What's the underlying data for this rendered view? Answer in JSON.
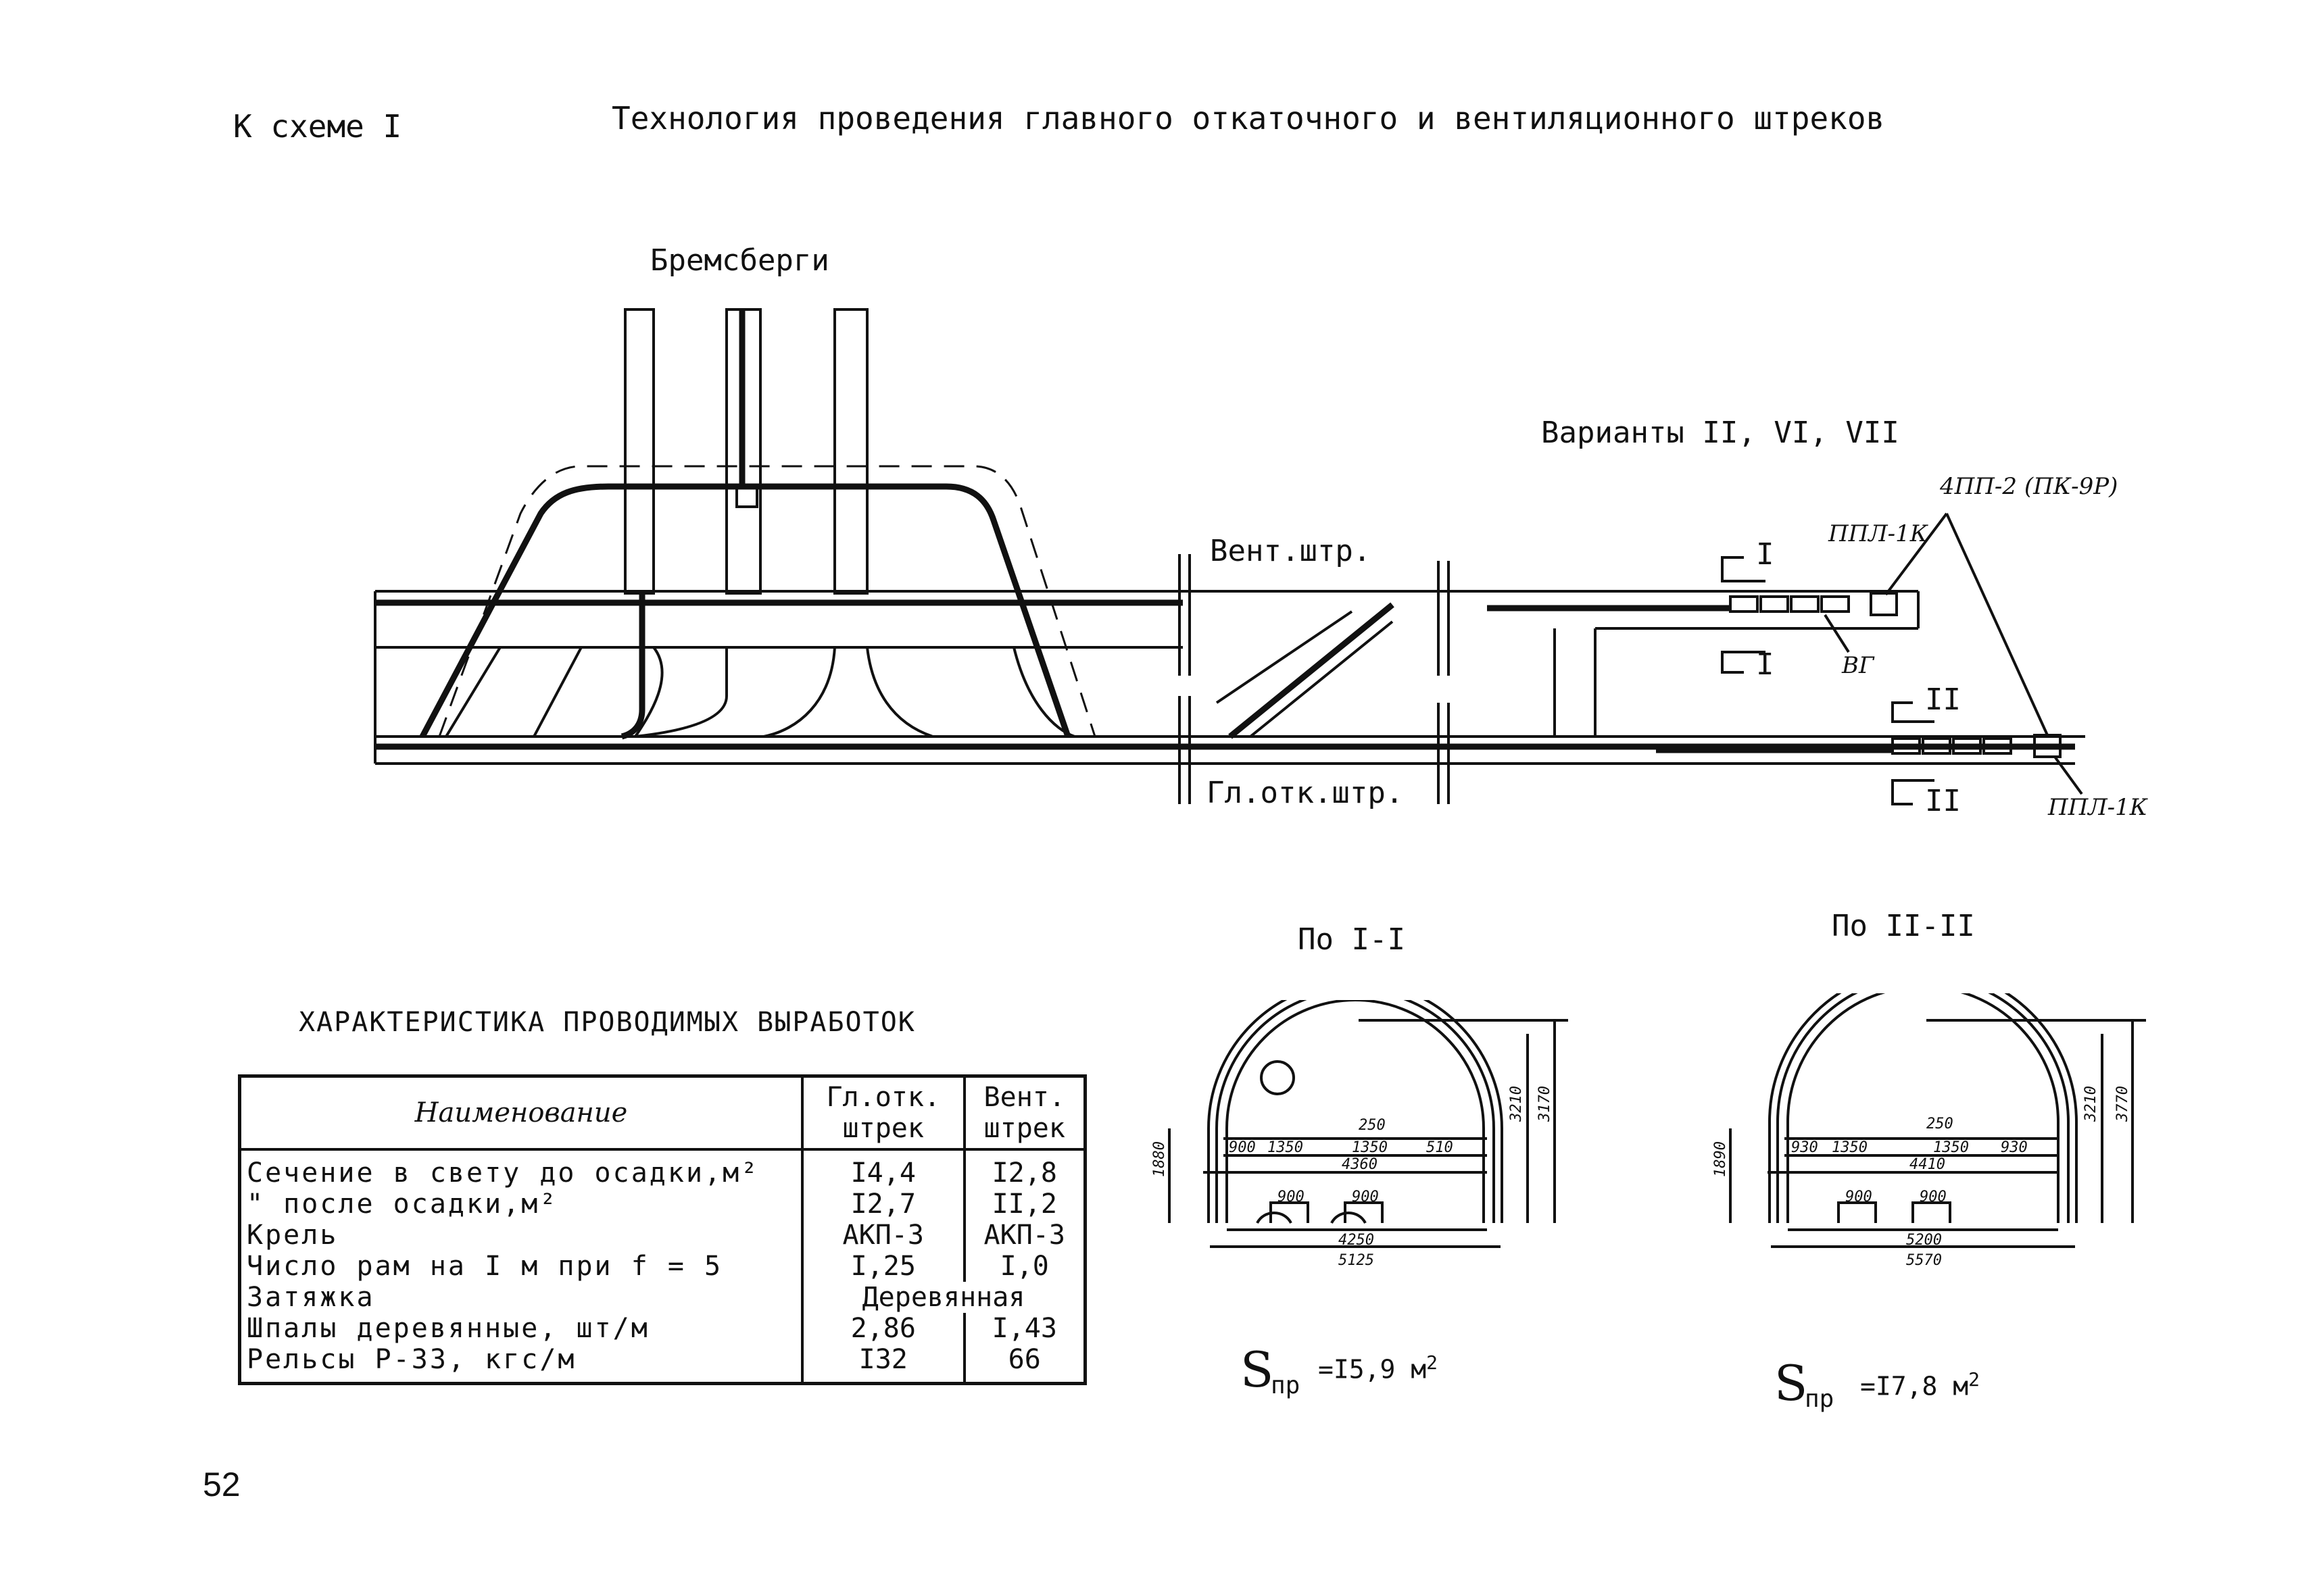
{
  "header": {
    "scheme_ref": "К схеме I",
    "title": "Технология проведения главного откаточного и вентиляционного штреков"
  },
  "plan": {
    "bremsbergi": "Бремсберги",
    "variants": "Варианты II, VI, VII",
    "vent_shtr": "Вент.штр.",
    "gl_otk_shtr": "Гл.отк.штр.",
    "label_4pp": "4ПП-2 (ПК-9Р)",
    "label_ppl_top": "ППЛ-1К",
    "label_ppl_bottom": "ППЛ-1К",
    "label_vg": "ВГ",
    "sec_I_top": "I",
    "sec_I_bottom": "I",
    "sec_II_top": "II",
    "sec_II_bottom": "II"
  },
  "section1": {
    "title": "По I-I",
    "dims": [
      "250",
      "900",
      "1350",
      "1350",
      "510",
      "4360",
      "900",
      "900",
      "4250",
      "5125",
      "1880",
      "3210",
      "3170"
    ],
    "area_label": "S",
    "area_sub": "пр",
    "area_value": "=I5,9 м",
    "area_unit_sup": "2"
  },
  "section2": {
    "title": "По II-II",
    "dims": [
      "250",
      "930",
      "1350",
      "1350",
      "930",
      "4410",
      "900",
      "900",
      "5200",
      "5570",
      "1890",
      "3210",
      "3770"
    ],
    "area_label": "S",
    "area_sub": "пр",
    "area_value": "=I7,8 м",
    "area_unit_sup": "2"
  },
  "table": {
    "title": "ХАРАКТЕРИСТИКА ПРОВОДИМЫХ ВЫРАБОТОК",
    "headers": {
      "name": "Наименование",
      "col1_l1": "Гл.отк.",
      "col1_l2": "штрек",
      "col2_l1": "Вент.",
      "col2_l2": "штрек"
    },
    "rows": [
      {
        "name": "Сечение в свету до осадки,м²",
        "v1": "I4,4",
        "v2": "I2,8"
      },
      {
        "name": "\"          после осадки,м²",
        "v1": "I2,7",
        "v2": "II,2"
      },
      {
        "name": "Крель",
        "v1": "АКП-3",
        "v2": "АКП-3"
      },
      {
        "name": "Число рам на I м при  f = 5",
        "v1": "I,25",
        "v2": "I,0"
      },
      {
        "name": "Затяжка",
        "span": "Деревянная"
      },
      {
        "name": "Шпалы деревянные, шт/м",
        "v1": "2,86",
        "v2": "I,43"
      },
      {
        "name": "Рельсы Р-33, кгс/м",
        "v1": "I32",
        "v2": "66"
      }
    ]
  },
  "page_number": "52"
}
